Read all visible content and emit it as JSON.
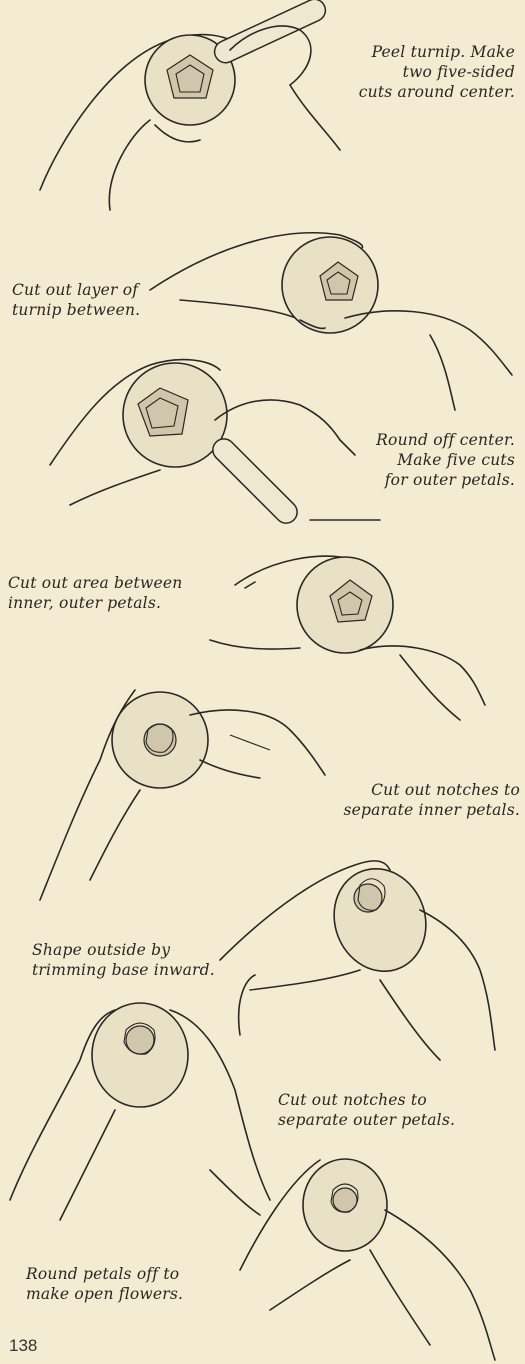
{
  "steps": [
    {
      "caption": "Peel turnip. Make\ntwo five-sided\ncuts around center."
    },
    {
      "caption": "Cut out layer of\nturnip between."
    },
    {
      "caption": "Round off center.\nMake five cuts\nfor outer petals."
    },
    {
      "caption": "Cut out area between\ninner, outer petals."
    },
    {
      "caption": "Cut out notches to\nseparate inner petals."
    },
    {
      "caption": "Shape outside by\ntrimming base inward."
    },
    {
      "caption": "Cut out notches to\nseparate outer petals."
    },
    {
      "caption": "Round petals off to\nmake open flowers."
    }
  ],
  "page_number": "138"
}
